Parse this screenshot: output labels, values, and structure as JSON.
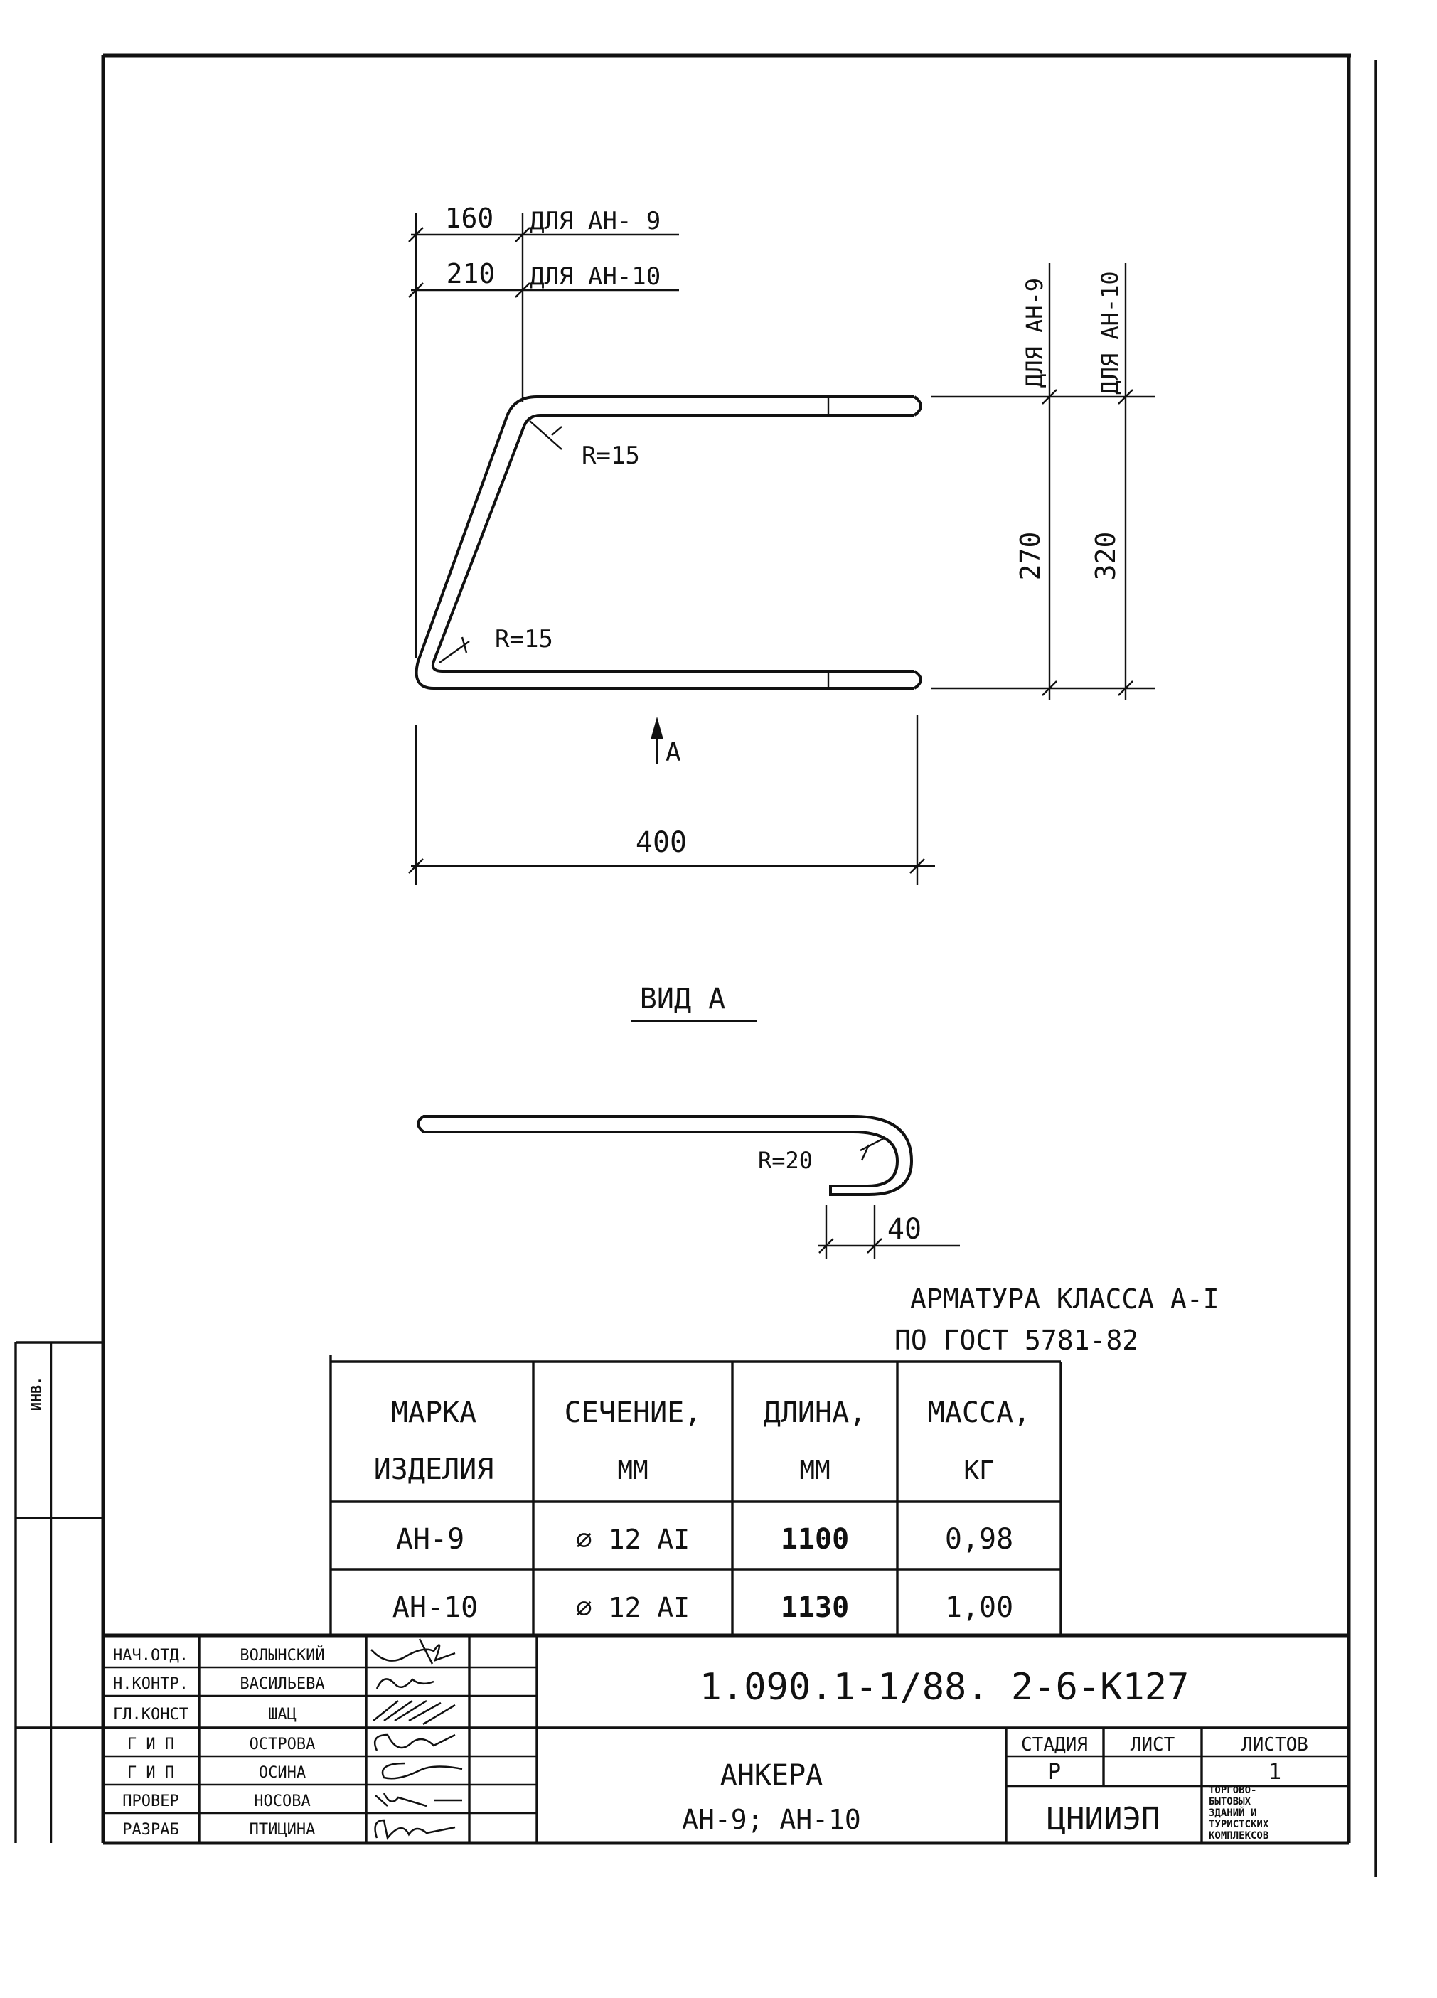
{
  "drawing": {
    "dim_160": "160",
    "dim_160_note": "ДЛЯ АН- 9",
    "dim_210": "210",
    "dim_210_note": "ДЛЯ АН-10",
    "dim_270": "270",
    "dim_270_note": "ДЛЯ АН-9",
    "dim_320": "320",
    "dim_320_note": "ДЛЯ АН-10",
    "radius_top": "R=15",
    "radius_bottom": "R=15",
    "view_arrow_label": "А",
    "dim_400": "400",
    "view_title": "ВИД А",
    "radius_view": "R=20",
    "dim_40": "40",
    "material_line1": "АРМАТУРА КЛАССА А-I",
    "material_line2": "ПО ГОСТ 5781-82"
  },
  "spec_table": {
    "headers": [
      [
        "МАРКА",
        "ИЗДЕЛИЯ"
      ],
      [
        "СЕЧЕНИЕ,",
        "ММ"
      ],
      [
        "ДЛИНА,",
        "ММ"
      ],
      [
        "МАССА,",
        "КГ"
      ]
    ],
    "rows": [
      [
        "АН-9",
        "⌀ 12 АI",
        "1100",
        "0,98"
      ],
      [
        "АН-10",
        "⌀ 12 АI",
        "1130",
        "1,00"
      ]
    ]
  },
  "side_label": "ИНВ.",
  "title_block": {
    "doc_code": "1.090.1-1/88. 2-6-К127",
    "title_line1": "АНКЕРА",
    "title_line2": "АН-9; АН-10",
    "stage_header": "СТАДИЯ",
    "sheet_header": "ЛИСТ",
    "sheets_header": "ЛИСТОВ",
    "stage_value": "Р",
    "sheet_value": "",
    "sheets_value": "1",
    "org": "ЦНИИЭП",
    "org_note": [
      "ТОРГОВО-",
      "БЫТОВЫХ",
      "ЗДАНИЙ И",
      "ТУРИСТСКИХ",
      "КОМПЛЕКСОВ"
    ],
    "people": [
      {
        "role": "НАЧ.ОТД.",
        "name": "ВОЛЫНСКИЙ"
      },
      {
        "role": "Н.КОНТР.",
        "name": "ВАСИЛЬЕВА"
      },
      {
        "role": "ГЛ.КОНСТ",
        "name": "ШАЦ"
      },
      {
        "role": "Г И П",
        "name": "ОСТРОВА"
      },
      {
        "role": "Г И П",
        "name": "ОСИНА"
      },
      {
        "role": "ПРОВЕР",
        "name": "НОСОВА"
      },
      {
        "role": "РАЗРАБ",
        "name": "ПТИЦИНА"
      }
    ]
  },
  "colors": {
    "ink": "#111111",
    "paper": "#ffffff"
  }
}
